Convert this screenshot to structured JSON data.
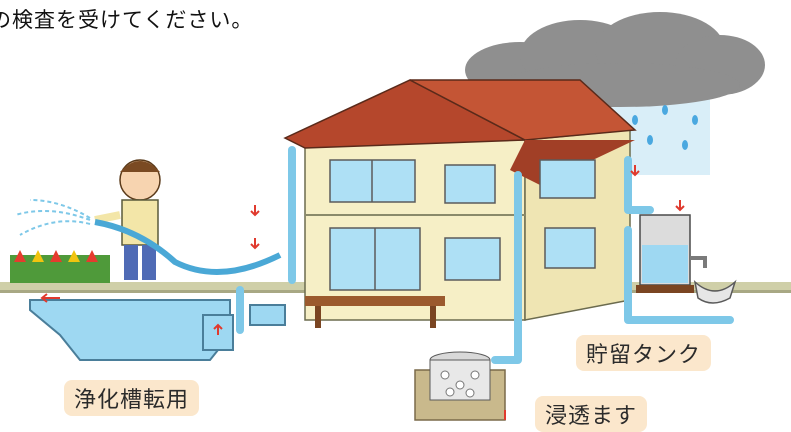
{
  "heading": "の検査を受けてください。",
  "labels": {
    "septic_conversion": "浄化槽転用",
    "storage_tank": "貯留タンク",
    "infiltration": "浸透ます"
  },
  "colors": {
    "roof": "#b5472c",
    "wall": "#f6efc6",
    "pipe": "#7ec8e8",
    "water": "#9ed8f2",
    "cloud": "#8a8a8a",
    "ground": "#c9c9a4",
    "arrow": "#e03a2e",
    "label_bg": "#fbe7cc"
  }
}
